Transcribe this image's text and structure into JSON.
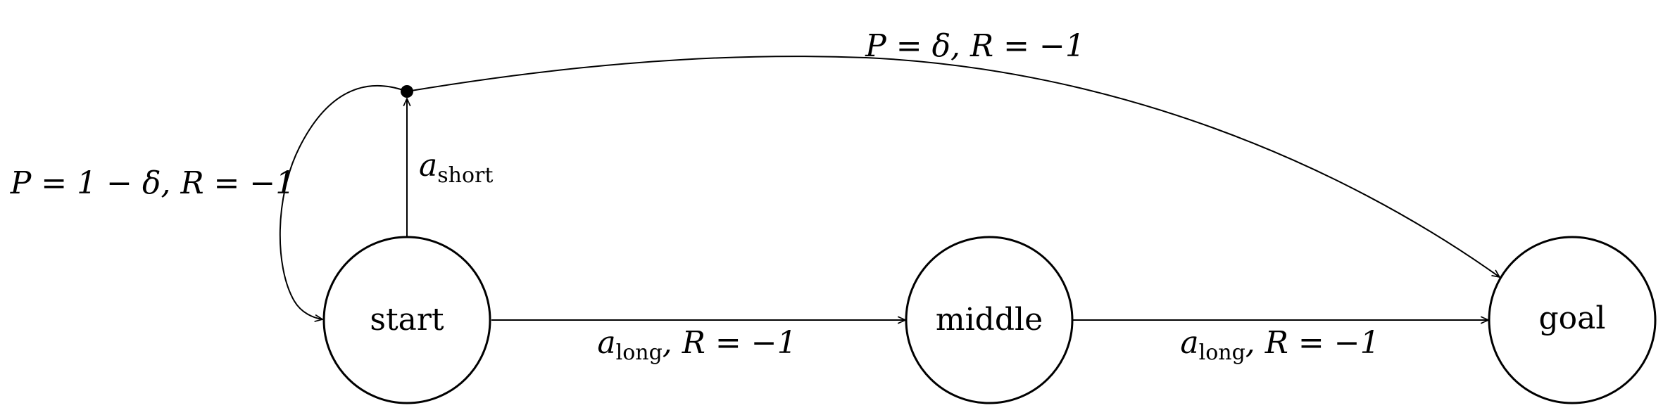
{
  "nodes": {
    "start": {
      "label": "start"
    },
    "middle": {
      "label": "middle"
    },
    "goal": {
      "label": "goal"
    }
  },
  "edges": {
    "short_action": {
      "symbol": "a",
      "subscript": "short"
    },
    "success": {
      "text": "P = δ, R = −1"
    },
    "failure": {
      "text": "P = 1 − δ, R = −1"
    },
    "start_to_middle": {
      "symbol": "a",
      "subscript": "long",
      "rest": ", R = −1"
    },
    "middle_to_goal": {
      "symbol": "a",
      "subscript": "long",
      "rest": ", R = −1"
    }
  },
  "colors": {
    "ink": "#000000",
    "background": "#ffffff"
  }
}
